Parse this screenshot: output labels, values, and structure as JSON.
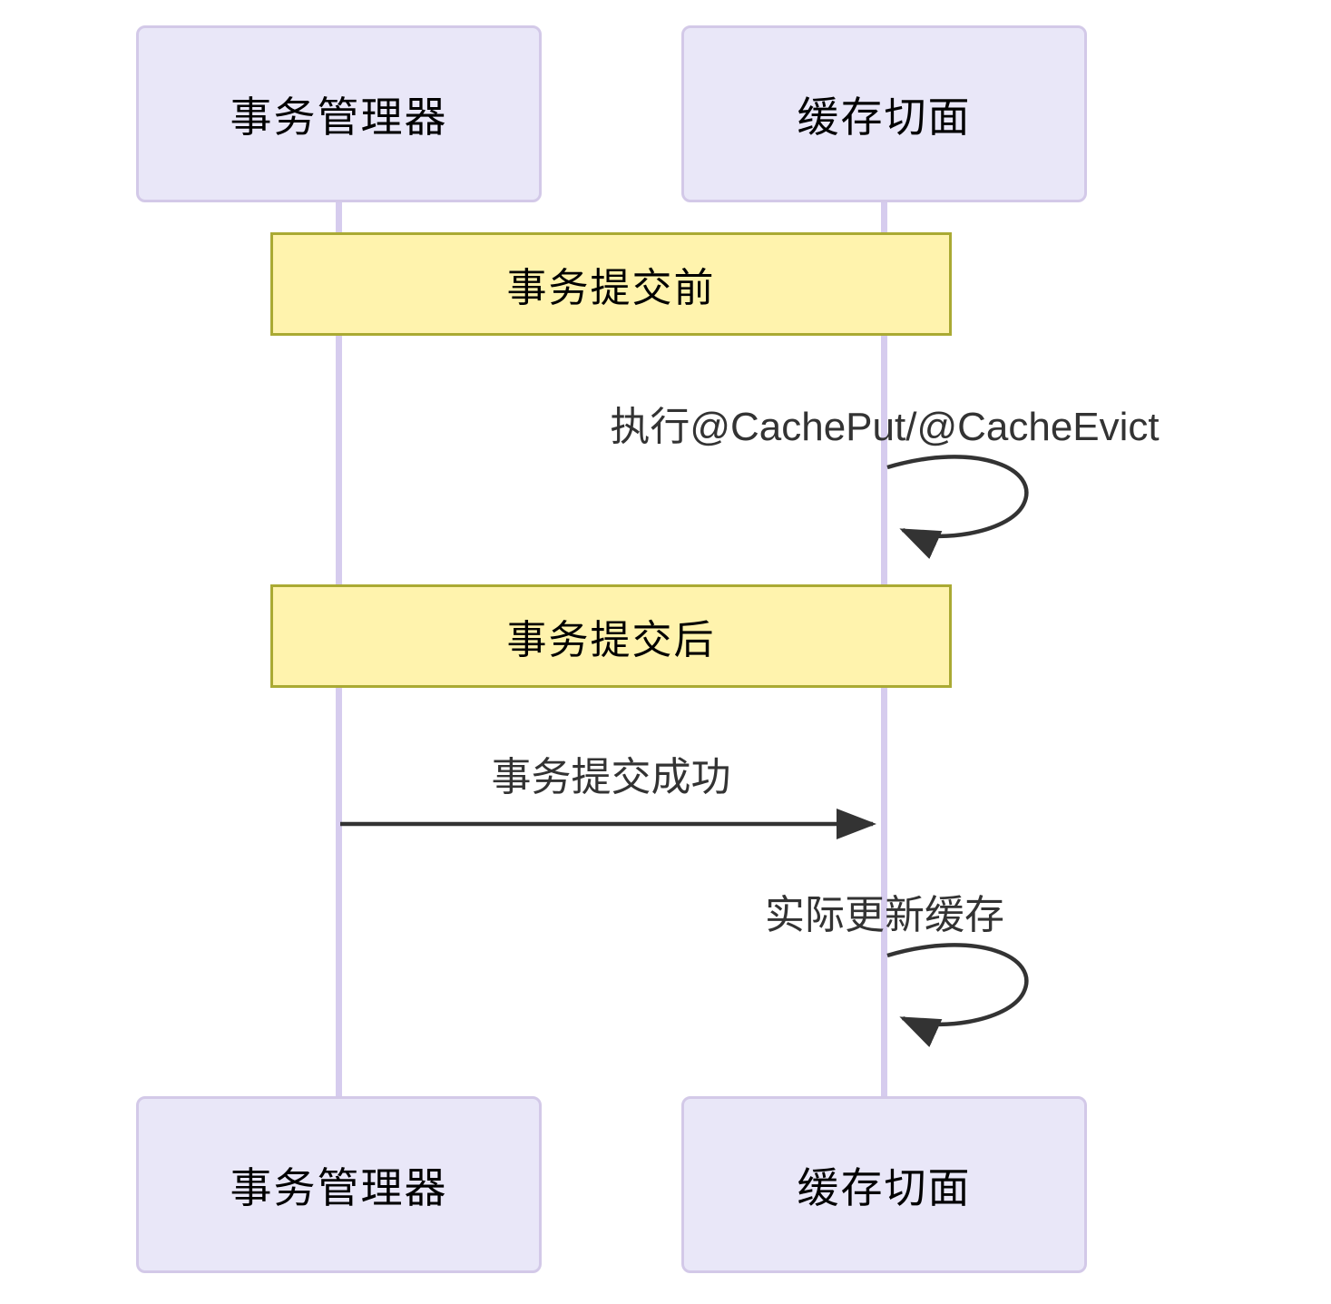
{
  "diagram": {
    "type": "sequence",
    "actors": [
      {
        "id": "transaction-manager",
        "label": "事务管理器"
      },
      {
        "id": "cache-aspect",
        "label": "缓存切面"
      }
    ],
    "notes": [
      {
        "span": "both-actors",
        "label": "事务提交前"
      },
      {
        "span": "both-actors",
        "label": "事务提交后"
      }
    ],
    "messages": [
      {
        "type": "self-loop",
        "actor": "cache-aspect",
        "label": "执行@CachePut/@CacheEvict"
      },
      {
        "type": "solid-arrow",
        "from": "transaction-manager",
        "to": "cache-aspect",
        "label": "事务提交成功"
      },
      {
        "type": "self-loop",
        "actor": "cache-aspect",
        "label": "实际更新缓存"
      }
    ],
    "colors": {
      "background": "#ffffff",
      "actor_fill": "#e9e7f8",
      "actor_border": "#d3c9e8",
      "lifeline": "#d6ccee",
      "note_fill": "#fff3ad",
      "note_border": "#aaaa33",
      "arrow": "#333333",
      "actor_text": "#000000",
      "message_text": "#333333"
    }
  }
}
